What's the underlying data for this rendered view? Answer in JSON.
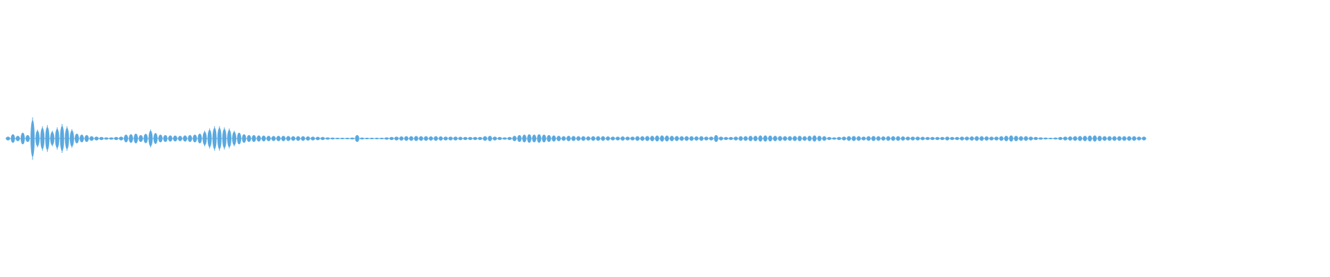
{
  "waveform": {
    "color": "#5aa9e0",
    "duration_fraction": 0.865,
    "amplitudes": [
      0.1,
      0.22,
      0.14,
      0.3,
      0.18,
      0.95,
      0.4,
      0.55,
      0.6,
      0.35,
      0.5,
      0.65,
      0.55,
      0.42,
      0.25,
      0.2,
      0.18,
      0.12,
      0.1,
      0.08,
      0.06,
      0.06,
      0.08,
      0.1,
      0.2,
      0.22,
      0.25,
      0.18,
      0.24,
      0.4,
      0.28,
      0.2,
      0.18,
      0.16,
      0.15,
      0.14,
      0.16,
      0.18,
      0.2,
      0.25,
      0.35,
      0.45,
      0.55,
      0.55,
      0.5,
      0.45,
      0.35,
      0.3,
      0.22,
      0.18,
      0.18,
      0.16,
      0.15,
      0.14,
      0.13,
      0.14,
      0.14,
      0.13,
      0.12,
      0.12,
      0.12,
      0.11,
      0.1,
      0.09,
      0.08,
      0.06,
      0.05,
      0.04,
      0.04,
      0.04,
      0.05,
      0.18,
      0.05,
      0.04,
      0.04,
      0.04,
      0.04,
      0.06,
      0.08,
      0.1,
      0.11,
      0.12,
      0.12,
      0.13,
      0.12,
      0.12,
      0.11,
      0.12,
      0.11,
      0.1,
      0.1,
      0.1,
      0.09,
      0.08,
      0.08,
      0.08,
      0.08,
      0.12,
      0.14,
      0.1,
      0.08,
      0.06,
      0.08,
      0.14,
      0.18,
      0.2,
      0.22,
      0.2,
      0.22,
      0.2,
      0.18,
      0.16,
      0.14,
      0.12,
      0.14,
      0.13,
      0.12,
      0.12,
      0.11,
      0.12,
      0.12,
      0.12,
      0.11,
      0.1,
      0.1,
      0.11,
      0.1,
      0.1,
      0.12,
      0.12,
      0.13,
      0.14,
      0.15,
      0.16,
      0.15,
      0.14,
      0.13,
      0.12,
      0.12,
      0.12,
      0.11,
      0.12,
      0.1,
      0.1,
      0.18,
      0.1,
      0.08,
      0.08,
      0.1,
      0.12,
      0.12,
      0.14,
      0.14,
      0.16,
      0.16,
      0.15,
      0.14,
      0.13,
      0.12,
      0.12,
      0.13,
      0.14,
      0.12,
      0.14,
      0.16,
      0.14,
      0.12,
      0.08,
      0.06,
      0.08,
      0.1,
      0.12,
      0.13,
      0.12,
      0.1,
      0.12,
      0.13,
      0.12,
      0.11,
      0.12,
      0.12,
      0.12,
      0.11,
      0.1,
      0.1,
      0.1,
      0.09,
      0.08,
      0.08,
      0.08,
      0.08,
      0.1,
      0.08,
      0.08,
      0.1,
      0.1,
      0.11,
      0.12,
      0.12,
      0.11,
      0.1,
      0.1,
      0.12,
      0.14,
      0.16,
      0.14,
      0.12,
      0.12,
      0.1,
      0.08,
      0.06,
      0.05,
      0.04,
      0.05,
      0.08,
      0.1,
      0.11,
      0.12,
      0.13,
      0.14,
      0.15,
      0.16,
      0.14,
      0.12,
      0.12,
      0.12,
      0.12,
      0.12,
      0.12,
      0.12,
      0.1,
      0.1
    ]
  }
}
